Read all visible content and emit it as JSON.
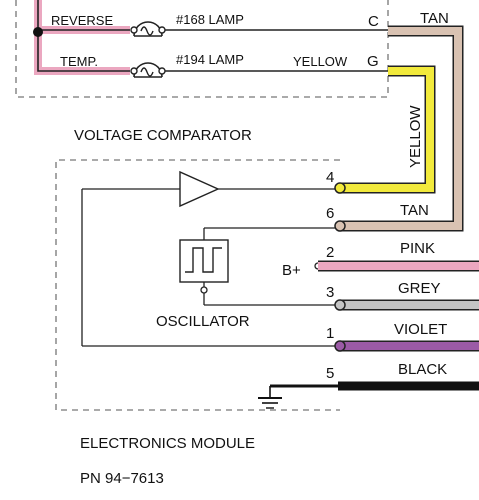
{
  "lamp_panel": {
    "reverse_label": "REVERSE",
    "temp_label": "TEMP.",
    "lamp168_label": "#168 LAMP",
    "lamp194_label": "#194 LAMP",
    "terminal_c": "C",
    "terminal_g": "G",
    "yellow_label": "YELLOW"
  },
  "module": {
    "comparator_title": "VOLTAGE COMPARATOR",
    "oscillator_label": "OSCILLATOR",
    "bplus_label": "B+",
    "title": "ELECTRONICS MODULE",
    "part_number": "PN 94−7613"
  },
  "wires": {
    "tan_top_label": "TAN",
    "yellow_vertical_label": "YELLOW",
    "pins": [
      {
        "pin": "4",
        "label": "",
        "color": "#f2ea3c"
      },
      {
        "pin": "6",
        "label": "TAN",
        "color": "#d9c2b2"
      },
      {
        "pin": "2",
        "label": "PINK",
        "color": "#eba7c0"
      },
      {
        "pin": "3",
        "label": "GREY",
        "color": "#c4c4c4"
      },
      {
        "pin": "1",
        "label": "VIOLET",
        "color": "#9b5aa6"
      },
      {
        "pin": "5",
        "label": "BLACK",
        "color": "#111111"
      }
    ]
  },
  "colors": {
    "yellow": "#f2ea3c",
    "tan": "#d9c2b2",
    "pink": "#eba7c0",
    "grey": "#c4c4c4",
    "violet": "#9b5aa6",
    "black": "#111111"
  }
}
